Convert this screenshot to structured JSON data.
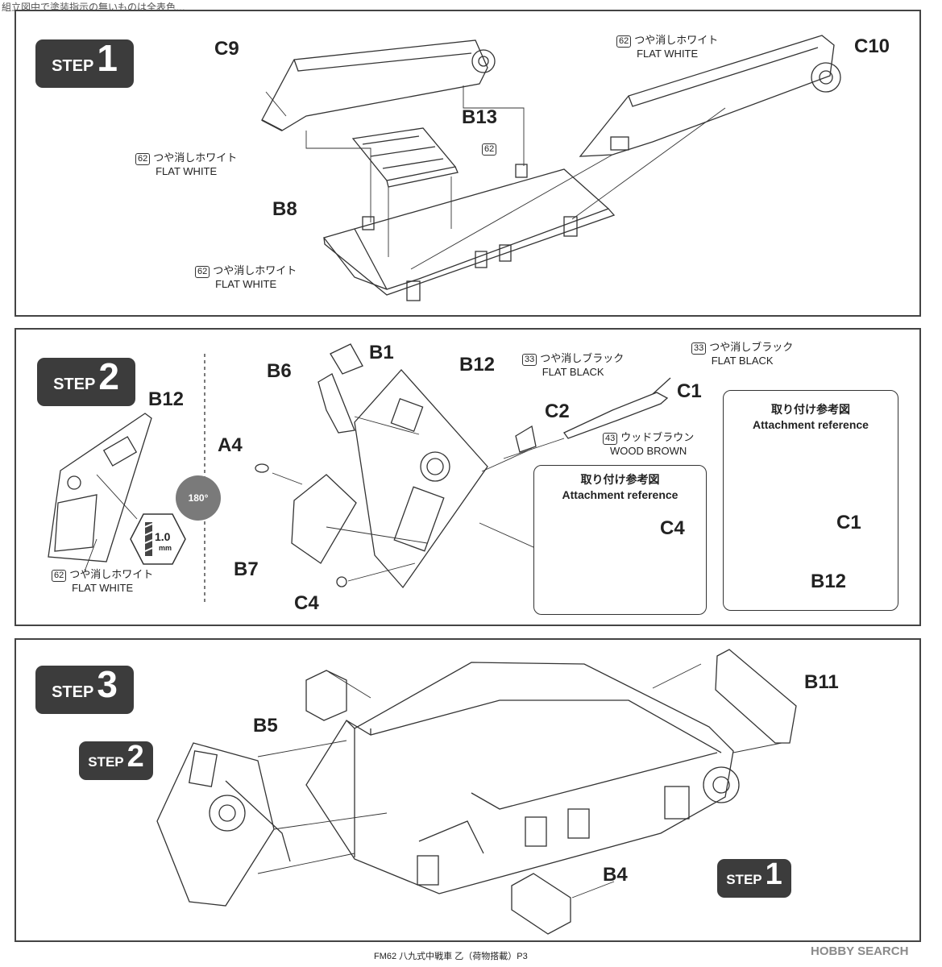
{
  "header": {
    "text": "組立図中で塗装指示の無いものは全表色…"
  },
  "steps": {
    "step1": {
      "word": "STEP",
      "num": "1"
    },
    "step2": {
      "word": "STEP",
      "num": "2"
    },
    "step3": {
      "word": "STEP",
      "num": "3"
    },
    "step3_ref2": {
      "word": "STEP",
      "num": "2"
    },
    "step3_ref1": {
      "word": "STEP",
      "num": "1"
    }
  },
  "paints": {
    "flat_white": {
      "num": "62",
      "jp": "つや消しホワイト",
      "en": "FLAT WHITE"
    },
    "flat_white_num_only": "62",
    "flat_black": {
      "num": "33",
      "jp": "つや消しブラック",
      "en": "FLAT BLACK"
    },
    "wood_brown": {
      "num": "43",
      "jp": "ウッドブラウン",
      "en": "WOOD BROWN"
    }
  },
  "parts": {
    "c9": "C9",
    "c10": "C10",
    "b13": "B13",
    "b8": "B8",
    "b1": "B1",
    "b6": "B6",
    "b12": "B12",
    "c1": "C1",
    "c2": "C2",
    "a4": "A4",
    "b7": "B7",
    "c4": "C4",
    "b5": "B5",
    "b11": "B11",
    "b4": "B4"
  },
  "rotation": "180°",
  "drill": {
    "value": "1.0",
    "unit": "mm"
  },
  "attachment_ref": {
    "jp": "取り付け参考図",
    "en": "Attachment reference"
  },
  "footer": "FM62 八九式中戦車 乙（荷物搭載）P3",
  "watermark": "HOBBY SEARCH"
}
